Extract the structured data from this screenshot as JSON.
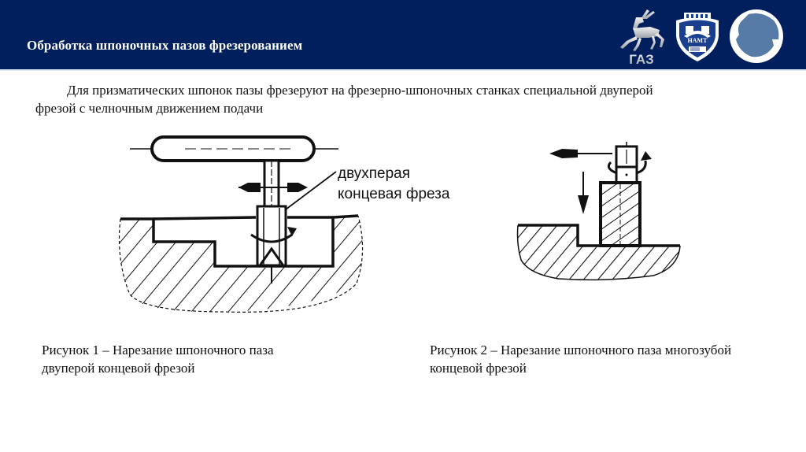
{
  "header": {
    "title": "Обработка шпоночных пазов фрезерованием",
    "background_color": "#001f5c",
    "logos": [
      {
        "name": "gaz-deer-logo",
        "text": "ГАЗ"
      },
      {
        "name": "namt-shield-logo",
        "text": "НАМТ"
      },
      {
        "name": "circle-emblem-logo",
        "text": ""
      }
    ]
  },
  "intro": {
    "line1": "Для призматических шпонок пазы фрезеруют на фрезерно-шпоночных станках специальной двуперой",
    "line2": "фрезой с челночным движением подачи"
  },
  "figure1": {
    "label_line1": "двухперая",
    "label_line2": "концевая фреза",
    "caption_line1": "Рисунок 1 – Нарезание шпоночного паза",
    "caption_line2": "двуперой концевой фрезой"
  },
  "figure2": {
    "caption_line1": "Рисунок 2 – Нарезание шпоночного паза многозубой",
    "caption_line2": "концевой фрезой"
  }
}
